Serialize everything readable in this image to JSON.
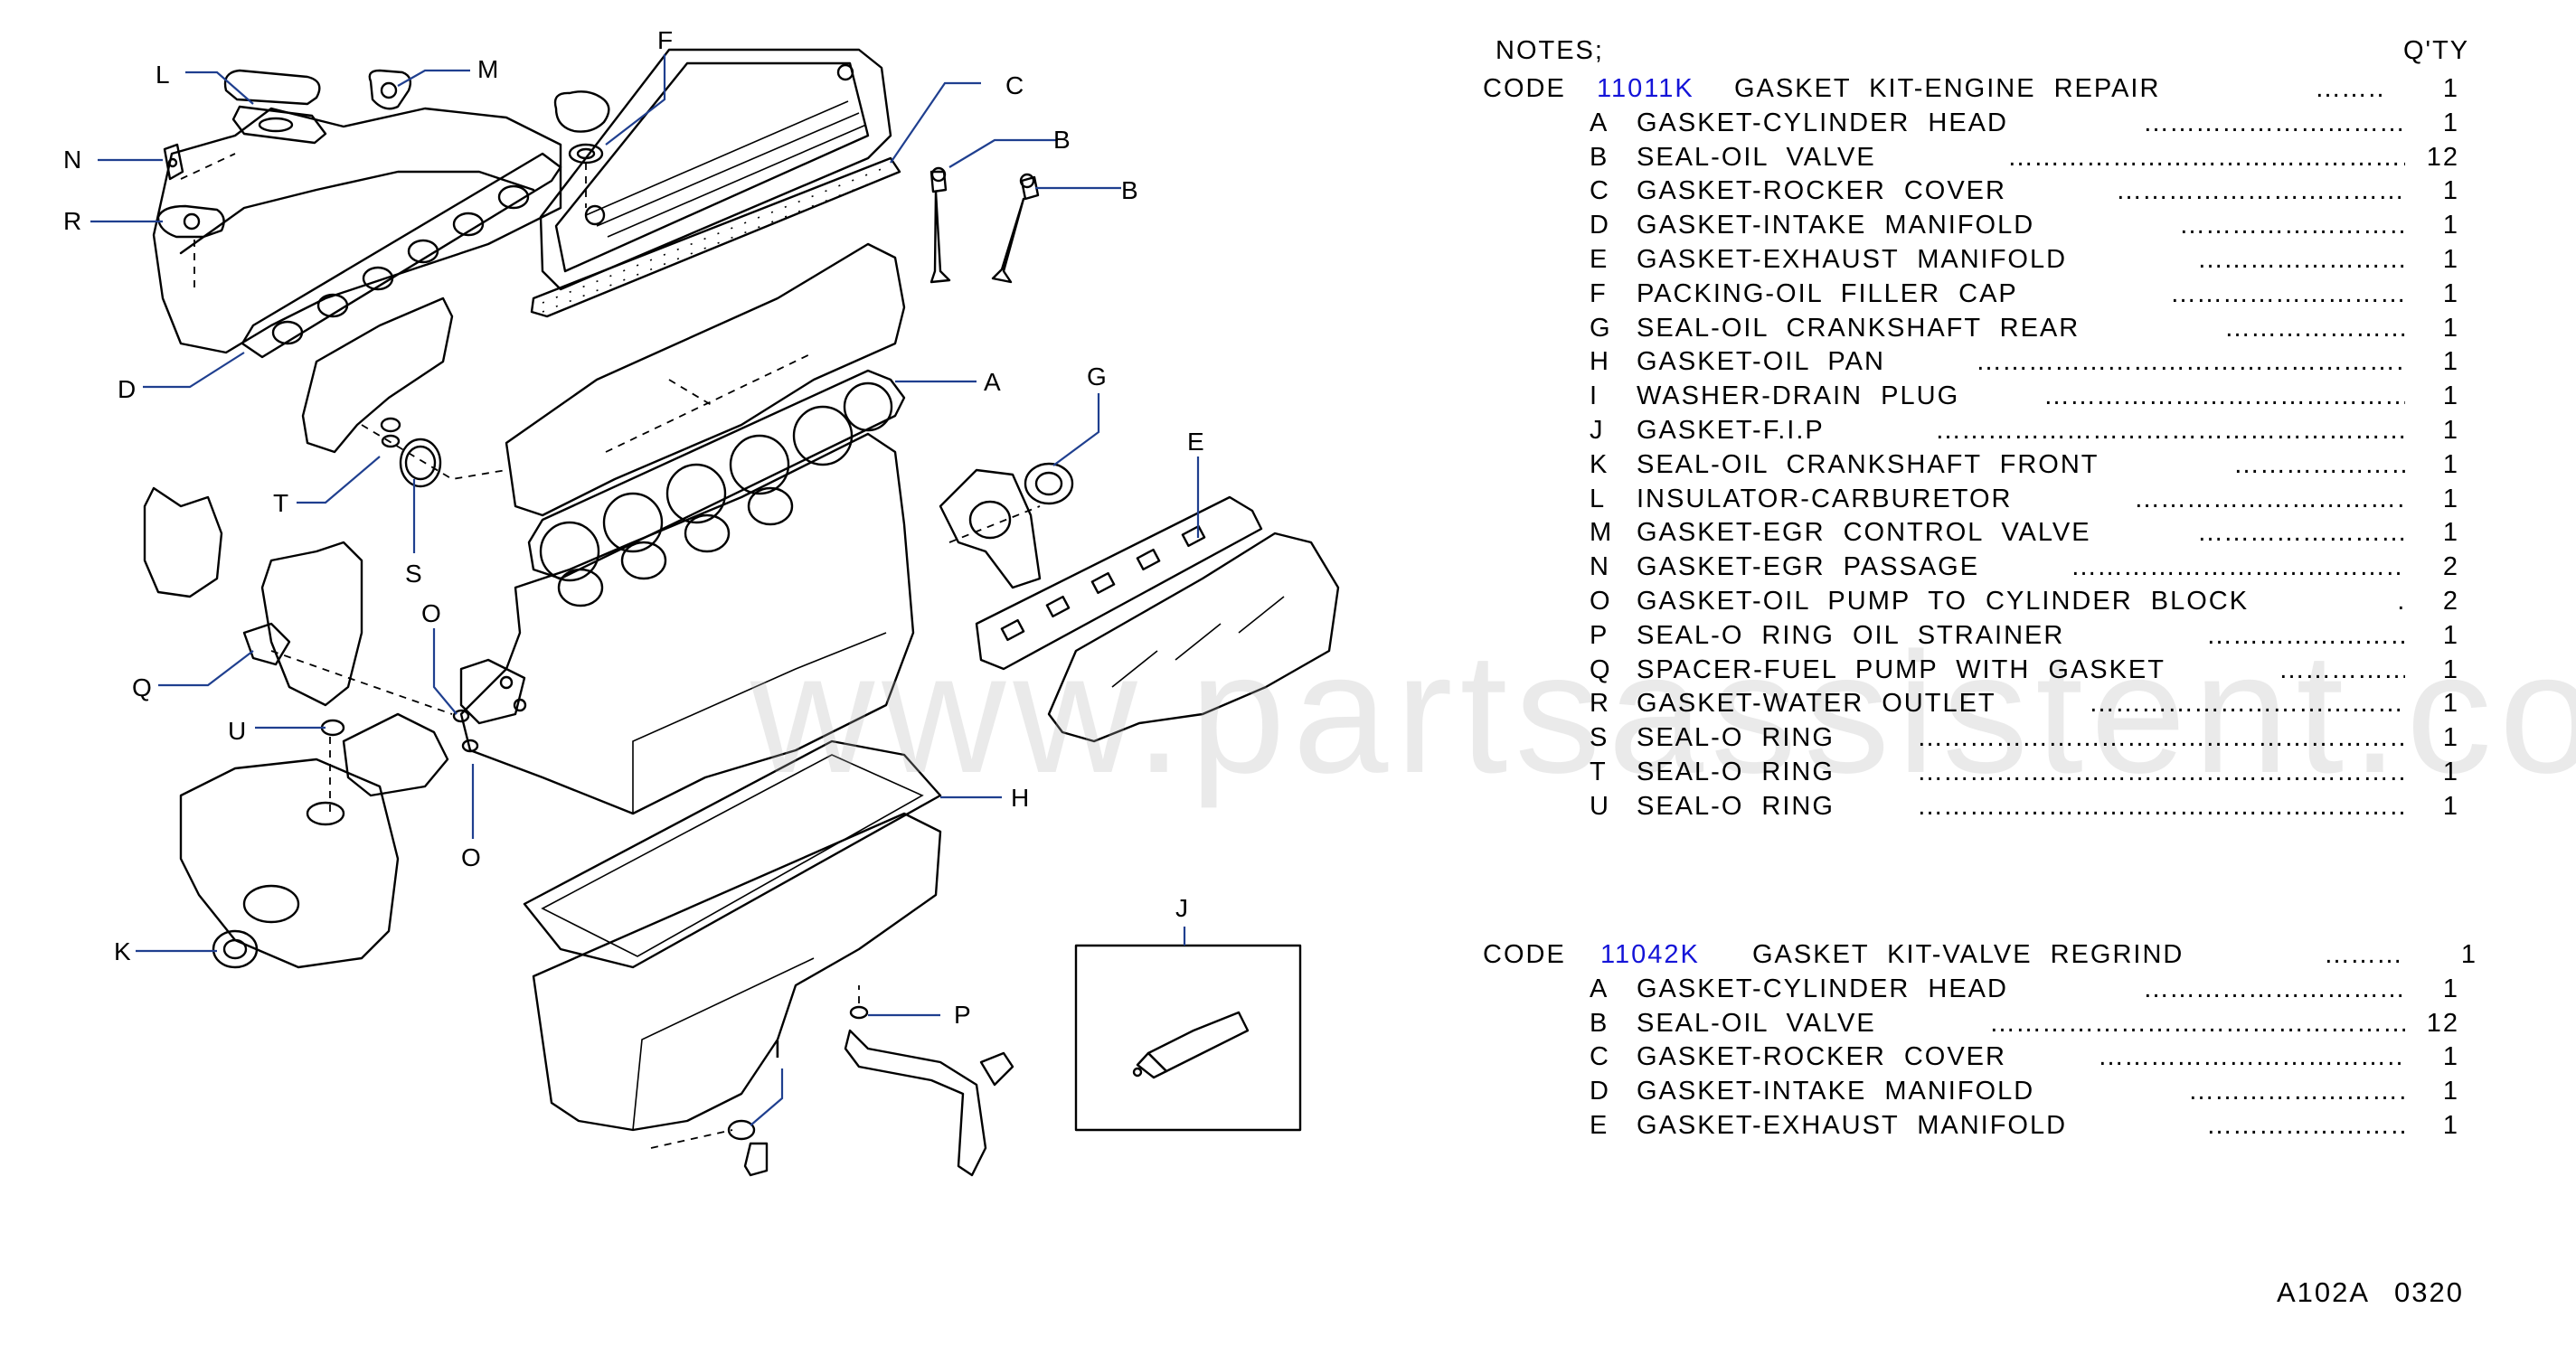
{
  "notes_label": "NOTES;",
  "qty_header": "Q'TY",
  "watermark": "www.partsassistent.com",
  "footer_code": "A102A  0320",
  "callouts": [
    "L",
    "M",
    "N",
    "R",
    "D",
    "F",
    "C",
    "B",
    "B",
    "A",
    "G",
    "E",
    "T",
    "S",
    "O",
    "O",
    "Q",
    "U",
    "H",
    "K",
    "J",
    "P",
    "I"
  ],
  "kits": [
    {
      "code_label": "CODE",
      "code": "11011K",
      "title": "GASKET  KIT-ENGINE  REPAIR",
      "qty": "1",
      "items": [
        {
          "letter": "A",
          "desc": "GASKET-CYLINDER  HEAD",
          "qty": "1"
        },
        {
          "letter": "B",
          "desc": "SEAL-OIL  VALVE",
          "qty": "12"
        },
        {
          "letter": "C",
          "desc": "GASKET-ROCKER  COVER",
          "qty": "1"
        },
        {
          "letter": "D",
          "desc": "GASKET-INTAKE  MANIFOLD",
          "qty": "1"
        },
        {
          "letter": "E",
          "desc": "GASKET-EXHAUST  MANIFOLD",
          "qty": "1"
        },
        {
          "letter": "F",
          "desc": "PACKING-OIL  FILLER  CAP",
          "qty": "1"
        },
        {
          "letter": "G",
          "desc": "SEAL-OIL  CRANKSHAFT  REAR",
          "qty": "1"
        },
        {
          "letter": "H",
          "desc": "GASKET-OIL  PAN",
          "qty": "1"
        },
        {
          "letter": "I",
          "desc": "WASHER-DRAIN  PLUG",
          "qty": "1"
        },
        {
          "letter": "J",
          "desc": "GASKET-F.I.P",
          "qty": "1"
        },
        {
          "letter": "K",
          "desc": "SEAL-OIL  CRANKSHAFT  FRONT",
          "qty": "1"
        },
        {
          "letter": "L",
          "desc": "INSULATOR-CARBURETOR",
          "qty": "1"
        },
        {
          "letter": "M",
          "desc": "GASKET-EGR  CONTROL  VALVE",
          "qty": "1"
        },
        {
          "letter": "N",
          "desc": "GASKET-EGR  PASSAGE",
          "qty": "2"
        },
        {
          "letter": "O",
          "desc": "GASKET-OIL  PUMP  TO  CYLINDER  BLOCK",
          "qty": "2"
        },
        {
          "letter": "P",
          "desc": "SEAL-O  RING  OIL  STRAINER",
          "qty": "1"
        },
        {
          "letter": "Q",
          "desc": "SPACER-FUEL  PUMP  WITH  GASKET",
          "qty": "1"
        },
        {
          "letter": "R",
          "desc": "GASKET-WATER  OUTLET",
          "qty": "1"
        },
        {
          "letter": "S",
          "desc": "SEAL-O  RING",
          "qty": "1"
        },
        {
          "letter": "T",
          "desc": "SEAL-O  RING",
          "qty": "1"
        },
        {
          "letter": "U",
          "desc": "SEAL-O  RING",
          "qty": "1"
        }
      ]
    },
    {
      "code_label": "CODE",
      "code": "11042K",
      "title": "GASKET  KIT-VALVE  REGRIND",
      "qty": "1",
      "items": [
        {
          "letter": "A",
          "desc": "GASKET-CYLINDER  HEAD",
          "qty": "1"
        },
        {
          "letter": "B",
          "desc": "SEAL-OIL  VALVE",
          "qty": "12"
        },
        {
          "letter": "C",
          "desc": "GASKET-ROCKER  COVER",
          "qty": "1"
        },
        {
          "letter": "D",
          "desc": "GASKET-INTAKE  MANIFOLD",
          "qty": "1"
        },
        {
          "letter": "E",
          "desc": "GASKET-EXHAUST  MANIFOLD",
          "qty": "1"
        }
      ]
    }
  ]
}
